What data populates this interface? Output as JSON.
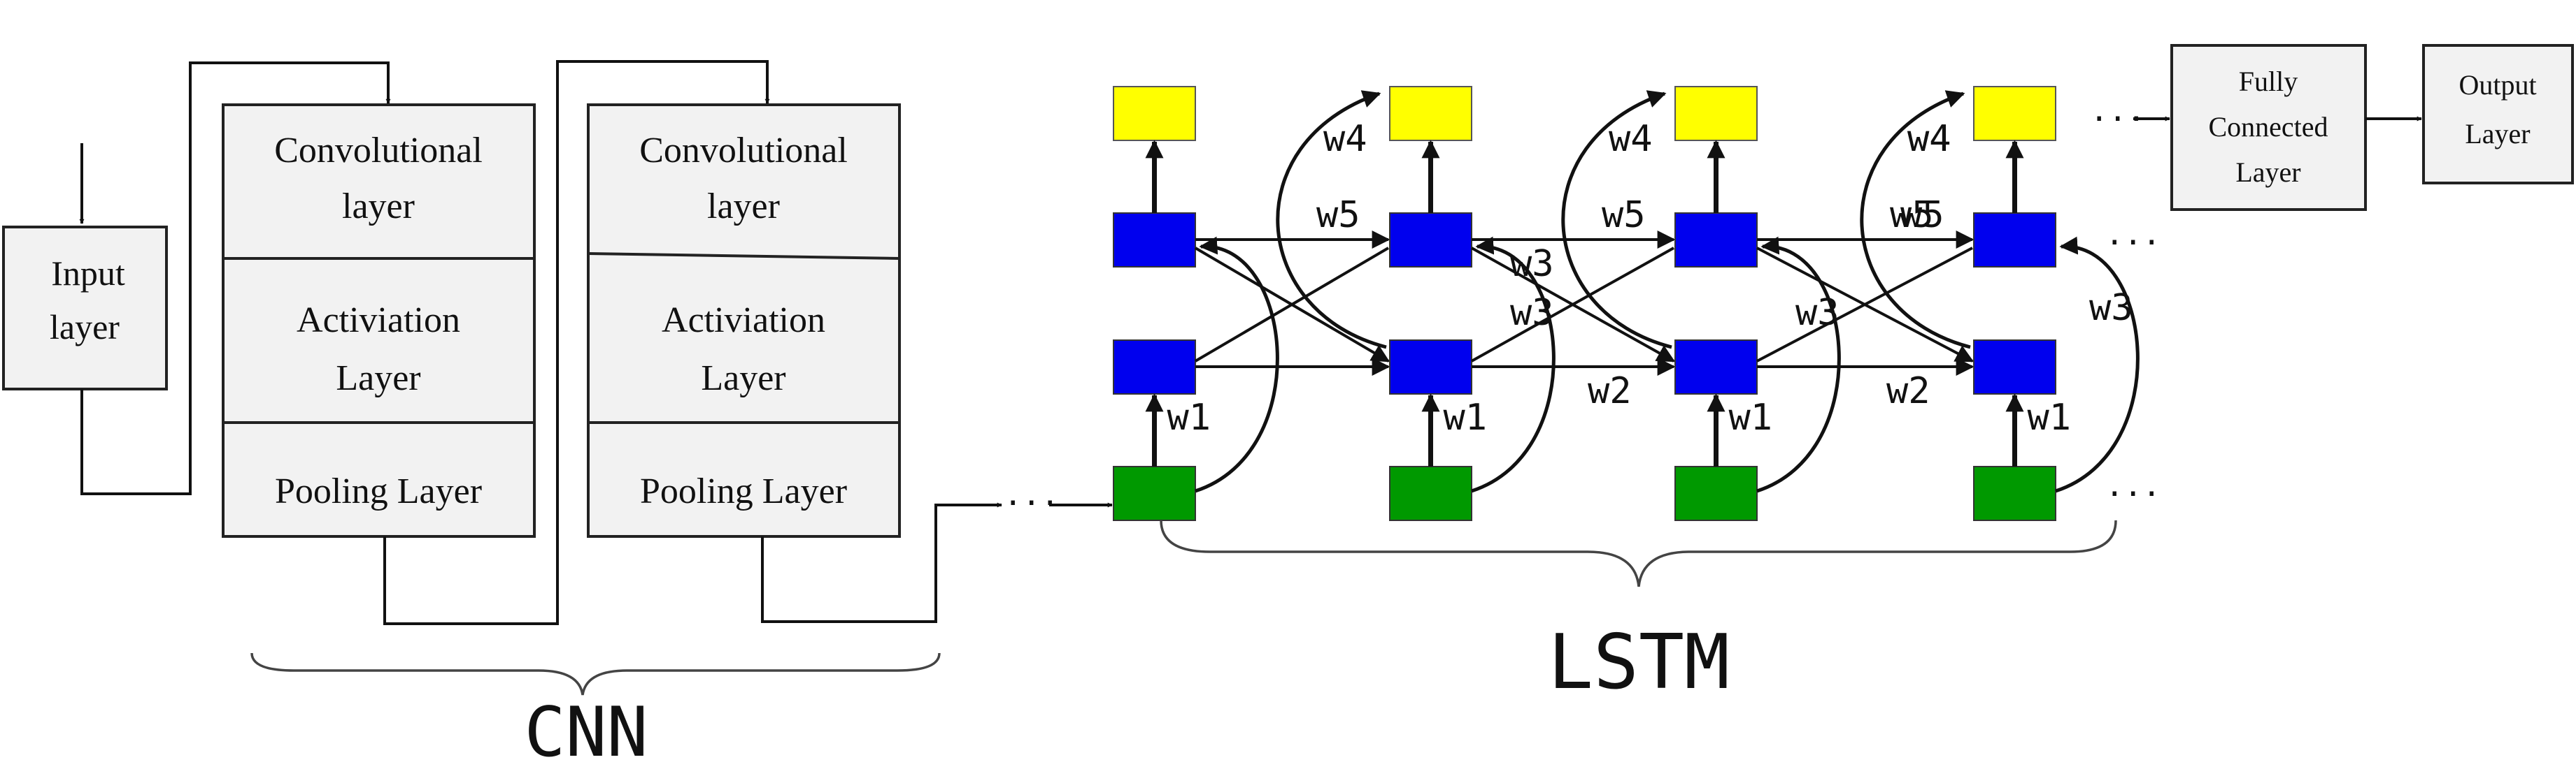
{
  "cnn": {
    "input_layer": [
      "Input",
      "layer"
    ],
    "blocks": [
      {
        "conv": [
          "Convolutional",
          "layer"
        ],
        "act": [
          "Activiation",
          "Layer"
        ],
        "pool": "Pooling Layer"
      },
      {
        "conv": [
          "Convolutional",
          "layer"
        ],
        "act": [
          "Activiation",
          "Layer"
        ],
        "pool": "Pooling Layer"
      }
    ],
    "label": "CNN"
  },
  "lstm": {
    "label": "LSTM",
    "columns": 4,
    "weights": {
      "input_to_hidden": "w1",
      "hidden_to_hidden": "w2",
      "input_skip": "w3",
      "hidden_to_output": "w4",
      "upper_to_upper": "w5"
    },
    "colors": {
      "input_cell": "#009900",
      "hidden_cell": "#0000ee",
      "output_cell": "#ffff00"
    },
    "continuation": "···"
  },
  "head": {
    "fully_connected": [
      "Fully",
      "Connected",
      "Layer"
    ],
    "output_layer": [
      "Output",
      "Layer"
    ]
  }
}
